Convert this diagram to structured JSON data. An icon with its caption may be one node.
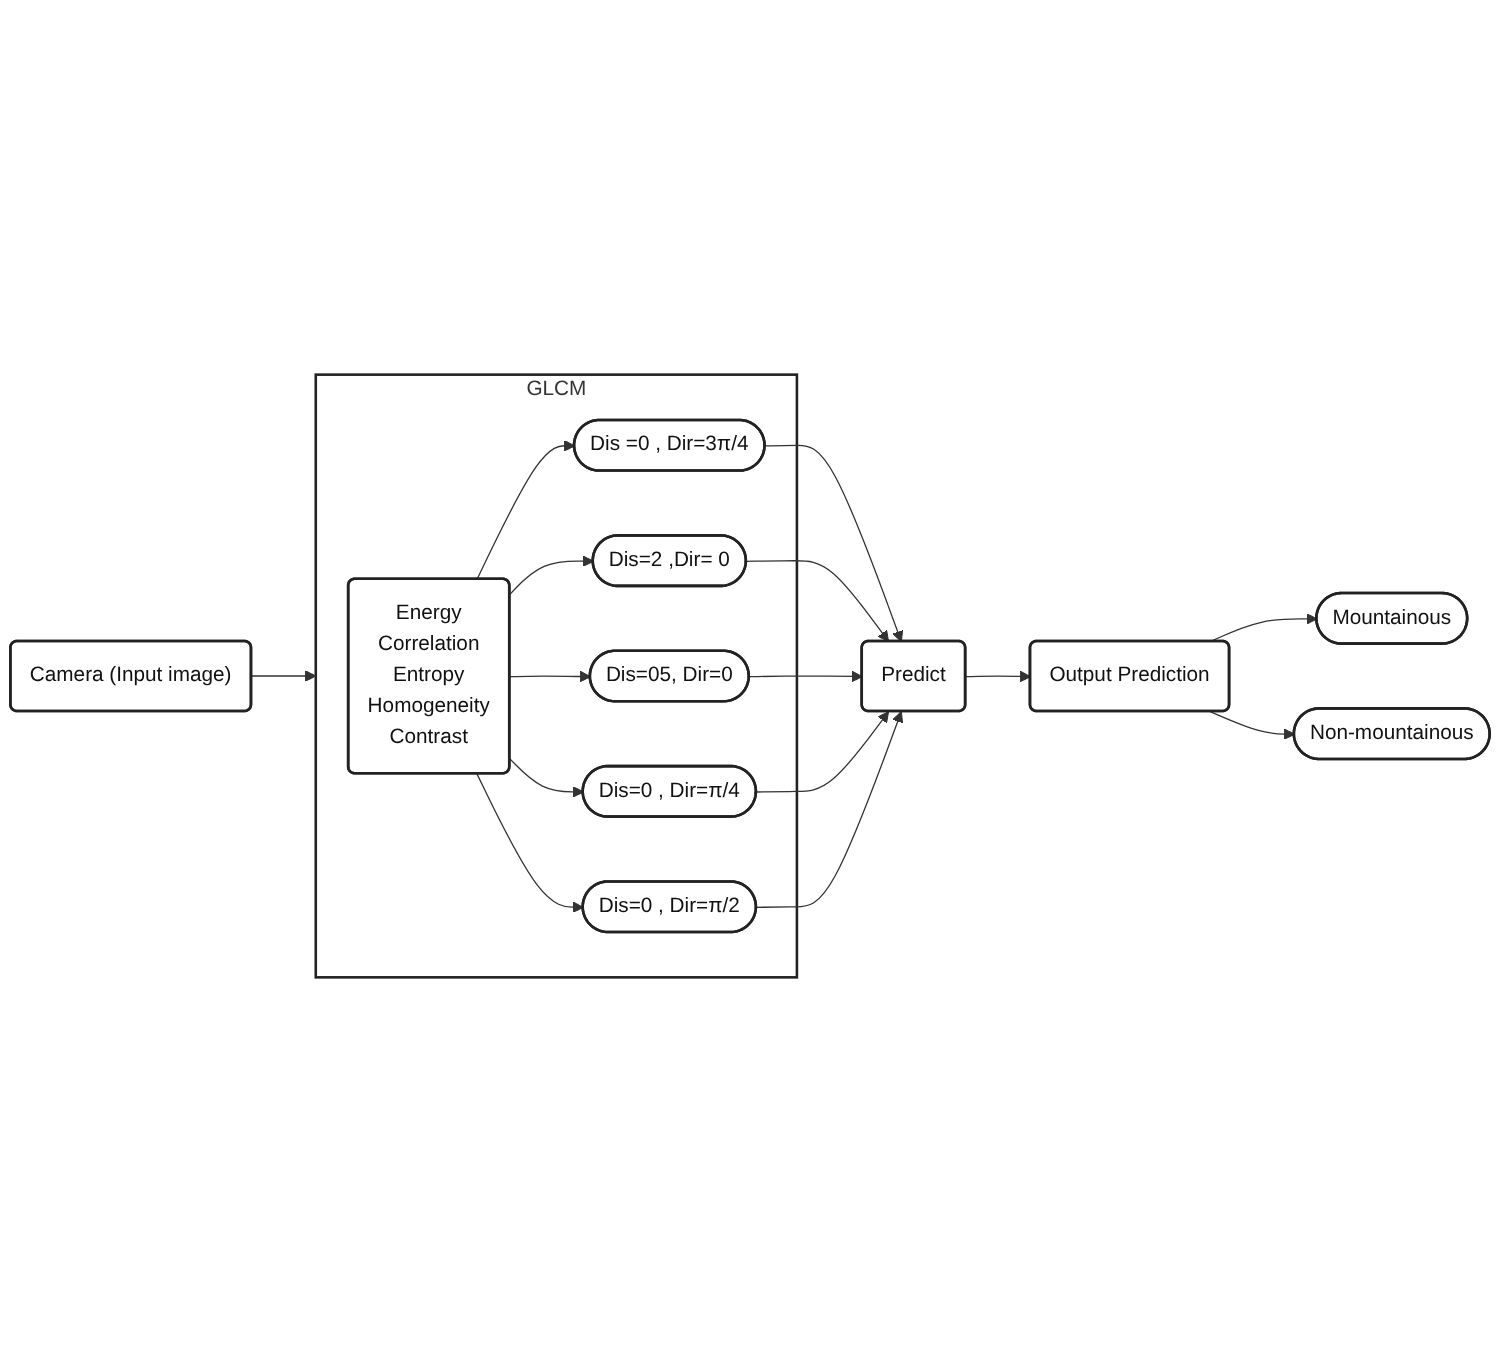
{
  "diagram": {
    "nodes": [
      {
        "text": [
          "Camera (Input image)"
        ]
      },
      {
        "text": [
          "GLCM"
        ]
      },
      {
        "text": [
          "Energy",
          "Correlation",
          "Entropy",
          "Homogeneity",
          "Contrast"
        ],
        "in": 1
      },
      {
        "text": [
          "Dis =0 , Dir=3π/4"
        ],
        "in": 1
      },
      {
        "text": [
          "Dis=2 ,Dir= 0"
        ],
        "in": 1
      },
      {
        "text": [
          "Dis=05, Dir=0"
        ],
        "in": 1
      },
      {
        "text": [
          "Dis=0 , Dir=π/4"
        ],
        "in": 1
      },
      {
        "text": [
          "Dis=0 , Dir=π/2"
        ],
        "in": 1
      },
      {
        "text": [
          "Predict"
        ]
      },
      {
        "text": [
          "Output Prediction"
        ]
      },
      {
        "text": [
          "Mountainous"
        ]
      },
      {
        "text": [
          "Non-mountainous"
        ]
      }
    ],
    "edges": [
      {
        "from": 0,
        "to": 1,
        "arrow": "to"
      },
      {
        "from": 2,
        "to": 3,
        "arrow": "to"
      },
      {
        "from": 2,
        "to": 4,
        "arrow": "to"
      },
      {
        "from": 2,
        "to": 5,
        "arrow": "to"
      },
      {
        "from": 2,
        "to": 6,
        "arrow": "to"
      },
      {
        "from": 2,
        "to": 7,
        "arrow": "to"
      },
      {
        "from": 3,
        "to": 8,
        "arrow": "to"
      },
      {
        "from": 4,
        "to": 8,
        "arrow": "to"
      },
      {
        "from": 5,
        "to": 8,
        "arrow": "to"
      },
      {
        "from": 6,
        "to": 8,
        "arrow": "to"
      },
      {
        "from": 7,
        "to": 8,
        "arrow": "to"
      },
      {
        "from": 8,
        "to": 9,
        "arrow": "to"
      },
      {
        "from": 9,
        "to": 10,
        "arrow": "to"
      },
      {
        "from": 9,
        "to": 11,
        "arrow": "to"
      }
    ]
  }
}
